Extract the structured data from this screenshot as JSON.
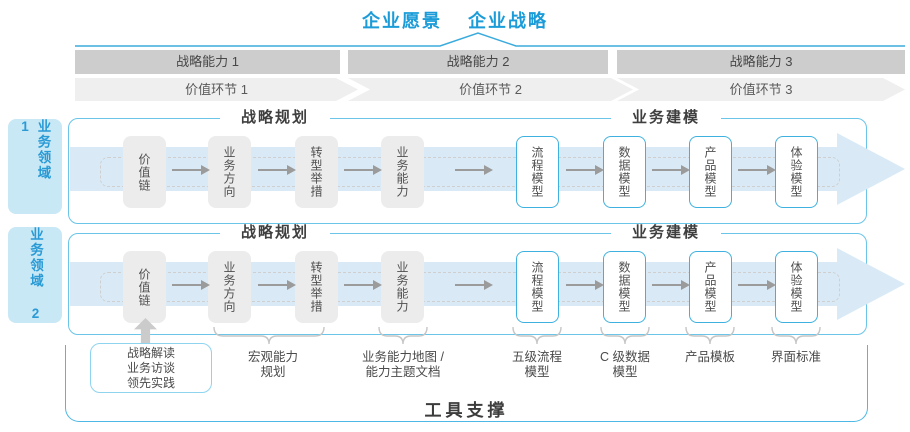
{
  "colors": {
    "accent_blue": "#1b9cd8",
    "line_blue": "#3aabdc",
    "container_border_blue": "#6ac5e9",
    "band_blue": "#d9eaf6",
    "bar_gray": "#cdcdcd",
    "value_band_gray": "#efefef",
    "box_gray": "#ececec",
    "box_border_blue": "#3fb1e0",
    "domain_label_bg": "#c8e8f6",
    "text_dark": "#4a4a4a"
  },
  "header": {
    "vision": "企业愿景",
    "strategy": "企业战略"
  },
  "capability_bar": {
    "items": [
      "战略能力 1",
      "战略能力 2",
      "战略能力 3"
    ]
  },
  "value_chain": {
    "items": [
      "价值环节 1",
      "价值环节 2",
      "价值环节 3"
    ]
  },
  "domains": {
    "items": [
      "业务领域 1",
      "业务领域 2"
    ]
  },
  "row": {
    "planning_header": "战略规划",
    "modeling_header": "业务建模",
    "boxes": [
      {
        "label": "价值链",
        "style": "gray"
      },
      {
        "label": "业务方向",
        "style": "gray"
      },
      {
        "label": "转型举措",
        "style": "gray"
      },
      {
        "label": "业务能力",
        "style": "gray"
      },
      {
        "label": "流程模型",
        "style": "blue"
      },
      {
        "label": "数据模型",
        "style": "blue"
      },
      {
        "label": "产品模型",
        "style": "blue"
      },
      {
        "label": "体验模型",
        "style": "blue"
      }
    ]
  },
  "annotations": {
    "practice_box": {
      "lines": [
        "战略解读",
        "业务访谈",
        "领先实践"
      ]
    },
    "braced": [
      {
        "lines": [
          "宏观能力",
          "规划"
        ]
      },
      {
        "lines": [
          "业务能力地图 /",
          "能力主题文档"
        ]
      },
      {
        "lines": [
          "五级流程",
          "模型"
        ]
      },
      {
        "lines": [
          "C 级数据",
          "模型"
        ]
      },
      {
        "lines": [
          "产品模板"
        ]
      },
      {
        "lines": [
          "界面标准"
        ]
      }
    ]
  },
  "footer": {
    "tools_label": "工具支撑"
  }
}
